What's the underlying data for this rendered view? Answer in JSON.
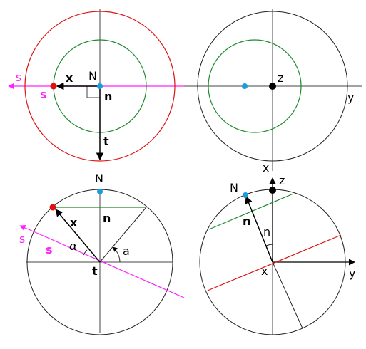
{
  "colors": {
    "black": "#000000",
    "red": "#e01010",
    "green": "#1e8a2e",
    "magenta": "#ff22ff",
    "blue": "#1a9de0",
    "axis": "#444444",
    "circle": "#222222"
  },
  "panel_top_left": {
    "label_s_small": "s",
    "label_s_bold": "s",
    "label_x": "x",
    "label_N": "N",
    "label_n": "n",
    "label_t": "t"
  },
  "panel_top_right": {
    "label_z": "z",
    "label_y": "y",
    "label_x": "x"
  },
  "panel_bottom_left": {
    "label_N": "N",
    "label_x": "x",
    "label_n": "n",
    "label_s_small": "s",
    "label_s_bold": "s",
    "label_alpha": "α",
    "label_a": "a",
    "label_t": "t"
  },
  "panel_bottom_right": {
    "label_N": "N",
    "label_z": "z",
    "label_n_bold": "n",
    "label_n_angle": "n",
    "label_x": "x",
    "label_y": "y"
  }
}
